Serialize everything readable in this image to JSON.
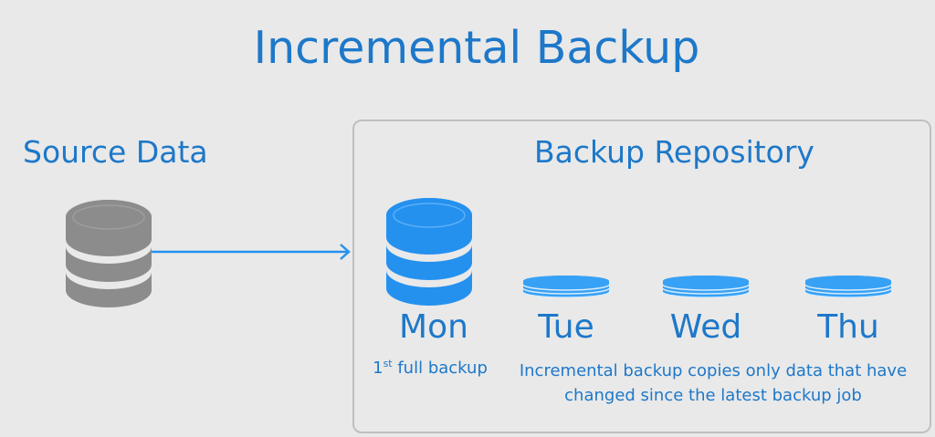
{
  "title": "Incremental Backup",
  "source_label": "Source Data",
  "repository_label": "Backup Repository",
  "days": [
    "Mon",
    "Tue",
    "Wed",
    "Thu"
  ],
  "full_backup_note": {
    "number": "1",
    "superscript": "st",
    "text": " full backup"
  },
  "incremental_note": {
    "line1": "Incremental backup copies only data that have",
    "line2": "changed since the latest backup job"
  },
  "colors": {
    "accent": "#1d78c9",
    "full_backup_db": "#2591ef",
    "incremental_disk": "#37a1f5",
    "source_db": "#8c8c8c",
    "background": "#e9e9e9",
    "box_border": "#bfbfbf"
  }
}
